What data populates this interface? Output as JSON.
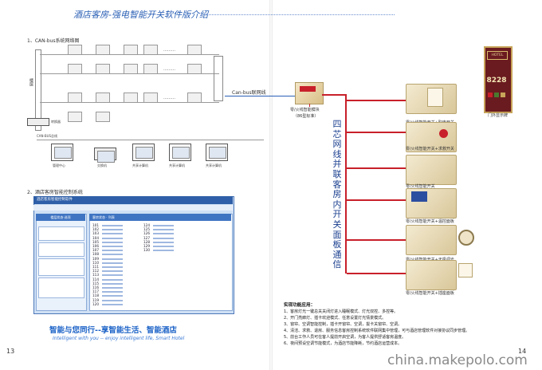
{
  "header": {
    "title": "酒店客房-强电智能开关软件版介绍"
  },
  "section1": {
    "heading": "1、CAN-bus系统网络图",
    "floor_label": "楼层",
    "hub_label": "转换器",
    "can_label": "CAN-BUS总线",
    "pcs": [
      "管理中心",
      "交换机",
      "共享计算机",
      "共享计算机",
      "共享计算机"
    ],
    "ellipsis": "………"
  },
  "section2": {
    "heading": "2、酒店客房智能控制系统",
    "panel_title": "酒店客房智能控制软件",
    "sub_title": "楼层状态·选项",
    "room_header": "客房状态 · 列表",
    "rooms_a": [
      "101",
      "102",
      "103",
      "104",
      "105",
      "106",
      "107",
      "108",
      "109",
      "110",
      "111",
      "112",
      "113",
      "114",
      "115",
      "116",
      "117",
      "118",
      "119",
      "120"
    ],
    "rooms_b": [
      "124",
      "125",
      "126",
      "127",
      "128",
      "129",
      "130"
    ]
  },
  "slogan": {
    "main": "智能与您同行--享智能生活、智能酒店",
    "sub": "Intelligent with you -- enjoy intelligent life, Smart Hotel"
  },
  "right": {
    "can_link": "Can-bus联网线",
    "module_label": "零/火线智能模块",
    "module_sub": "（86型标准）",
    "vertical_text": "四芯网线并联客房内开关面板通信",
    "door": {
      "hotel": "HOTEL",
      "room": "8228",
      "label": "门外显示牌"
    },
    "switches": [
      "零/火线智能开关+取电开关",
      "零/火线智能开关+求救开关",
      "零/火线智能开关",
      "零/火线智能开关+温控面板",
      "零/火线智能开关+无极调光",
      "零/火线智能开关+插座面板"
    ],
    "features_title": "实现功能应用：",
    "features": [
      "1、客房灯光一键总关关闭灯进入睡眠模式、灯光双控、多控等。",
      "2、开门亮廊灯、插卡欢迎模式、任意设置灯光情景模式。",
      "3、窗帘、空调智能控制，插卡开窗帘、空调，拔卡关窗帘、空调。",
      "4、清洁、求救、退房、服务信息客房控制系统软件联网集中管理，可与酒店管理软件对接协议同步管理。",
      "5、前台工作人员可在客人提前开启空调，为客人提供舒适客房温度。",
      "6、夜间预设空调节能模式，为酒店节能降耗，节约酒店运营成本。"
    ]
  },
  "page_numbers": {
    "left": "13",
    "right": "14"
  },
  "watermark": "china.makepolo.com"
}
